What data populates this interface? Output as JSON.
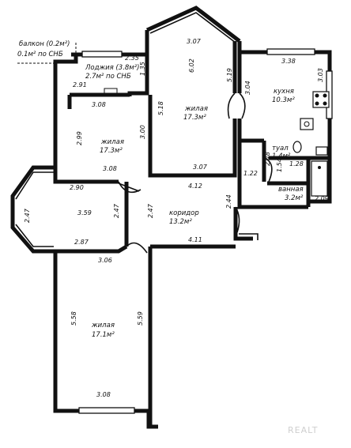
{
  "rooms": {
    "balcony": {
      "name": "балкон (0.2м²)",
      "area": "0.1м² по СНБ"
    },
    "loggia": {
      "name": "Лоджия (3.8м²)",
      "area": "2.7м² по СНБ"
    },
    "bedroom_center": {
      "name": "жилая",
      "area": "17.3м²"
    },
    "bedroom_left": {
      "name": "жилая",
      "area": "17.3м²"
    },
    "bedroom_bottom": {
      "name": "жилая",
      "area": "17.1м²"
    },
    "kitchen": {
      "name": "кухня",
      "area": "10.3м²"
    },
    "corridor": {
      "name": "коридор",
      "area": "13.2м²"
    },
    "toilet": {
      "name": "туал",
      "area": "1.4м²"
    },
    "bathroom": {
      "name": "ванная",
      "area": "3.2м²"
    }
  },
  "dims": {
    "d235": "2.35",
    "d135": "1.35",
    "d291": "2.91",
    "d308a": "3.08",
    "d307top": "3.07",
    "d602": "6.02",
    "d518": "5.18",
    "d519": "5.19",
    "d300": "3.00",
    "d307b": "3.07",
    "d304": "3.04",
    "d338": "3.38",
    "d303": "3.03",
    "d299": "2.99",
    "d308b": "3.08",
    "d290": "2.90",
    "d247a": "2.47",
    "d359": "3.59",
    "d247b": "2.47",
    "d247c": "2.47",
    "d287": "2.87",
    "d412": "4.12",
    "d244": "2.44",
    "d122": "1.22",
    "d248": "2.48",
    "d154": "1.54",
    "d128": "1.28",
    "d209": "2.09",
    "d411": "4.11",
    "d306": "3.06",
    "d558": "5.58",
    "d559": "5.59",
    "d308c": "3.08"
  },
  "watermark": "REALT"
}
